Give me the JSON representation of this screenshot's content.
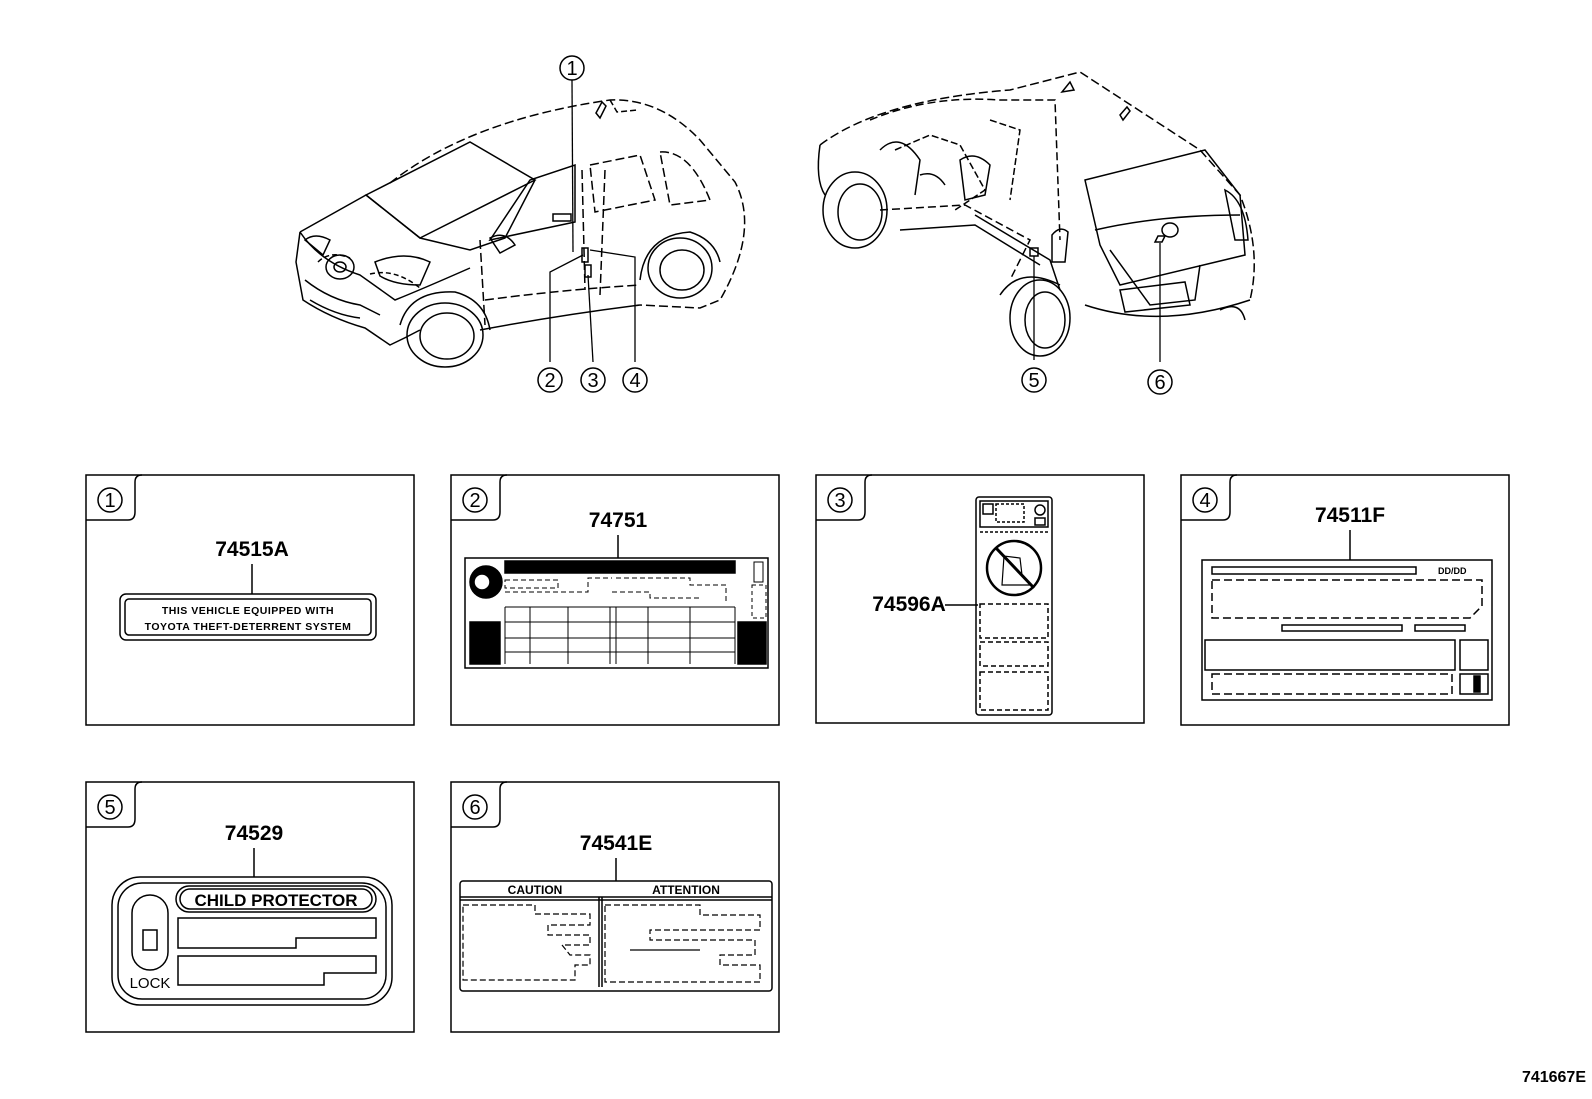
{
  "callouts": [
    "1",
    "2",
    "3",
    "4",
    "5",
    "6"
  ],
  "panels": [
    {
      "index": "1",
      "part_number": "74515A",
      "label_lines": [
        "THIS VEHICLE EQUIPPED WITH",
        "TOYOTA THEFT-DETERRENT SYSTEM"
      ]
    },
    {
      "index": "2",
      "part_number": "74751"
    },
    {
      "index": "3",
      "part_number": "74596A"
    },
    {
      "index": "4",
      "part_number": "74511F",
      "corner_text": "DD/DD"
    },
    {
      "index": "5",
      "part_number": "74529",
      "header": "CHILD PROTECTOR",
      "lock_text": "LOCK"
    },
    {
      "index": "6",
      "part_number": "74541E",
      "headers": [
        "CAUTION",
        "ATTENTION"
      ]
    }
  ],
  "diagram_code": "741667E"
}
